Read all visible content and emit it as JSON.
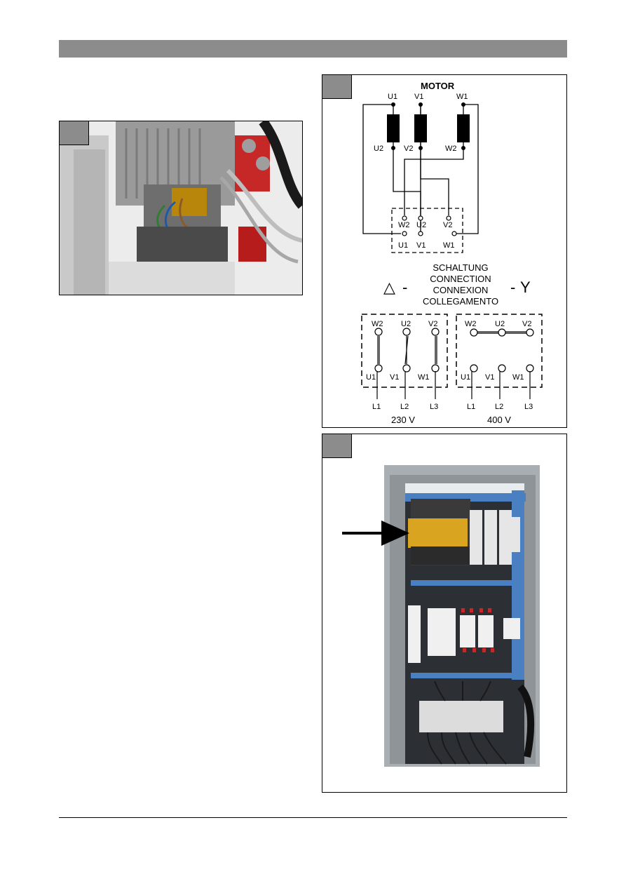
{
  "figures": [
    {
      "name": "motor-terminal-photo"
    },
    {
      "name": "wiring-diagram",
      "motor_title": "MOTOR",
      "top_terminals": [
        "U1",
        "V1",
        "W1"
      ],
      "bottom_terminals": [
        "U2",
        "V2",
        "W2"
      ],
      "box_top_row": [
        "W2",
        "U2",
        "V2"
      ],
      "box_bottom_row": [
        "U1",
        "V1",
        "W1"
      ],
      "switch_text": [
        "SCHALTUNG",
        "CONNECTION",
        "CONNEXION",
        "COLLEGAMENTO"
      ],
      "delta_symbol": "△",
      "star_symbol": "Y",
      "dash": "-",
      "delta_box": {
        "top": [
          "W2",
          "U2",
          "V2"
        ],
        "bottom": [
          "U1",
          "V1",
          "W1"
        ],
        "lines": [
          "L1",
          "L2",
          "L3"
        ],
        "voltage": "230 V"
      },
      "star_box": {
        "top": [
          "W2",
          "U2",
          "V2"
        ],
        "bottom": [
          "U1",
          "V1",
          "W1"
        ],
        "lines": [
          "L1",
          "L2",
          "L3"
        ],
        "voltage": "400 V"
      }
    },
    {
      "name": "control-cabinet-photo"
    }
  ]
}
